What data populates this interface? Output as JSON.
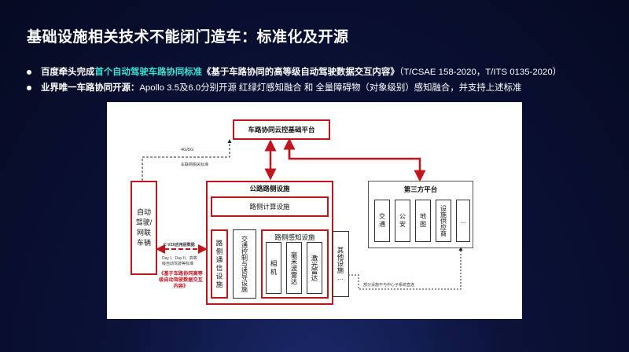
{
  "slide": {
    "title": "基础设施相关技术不能闭门造车：标准化及开源",
    "bullet1": {
      "lead": "百度牵头完成",
      "highlight": "首个自动驾驶车路协同标准",
      "bold_title": "《基于车路协同的高等级自动驾驶数据交互内容》",
      "tail": "（T/CSAE 158-2020，T/ITS 0135-2020）"
    },
    "bullet2": {
      "lead": "业界唯一车路协同开源：",
      "text": "Apollo 3.5及6.0分别开源 红绿灯感知融合 和 全量障碍物（对象级别）感知融合，并支持上述标准"
    }
  },
  "diagram": {
    "cloud_platform": "车路协同云控基础平台",
    "link_top": "4G/5G",
    "link_top_sub": "车联网相关标准",
    "vehicle": "自动驾驶/网联车辆",
    "roadside": "公路路侧设施",
    "roadside_compute": "路侧计算设施",
    "comm": "路侧通信设施",
    "traffic_control": "交通控制与诱导设施",
    "perception": "路侧感知设施",
    "camera": "相机",
    "mmwave": "毫米波雷达",
    "lidar": "激光雷达",
    "other": "其他设施…",
    "third_party": "第三方平台",
    "tp_items": [
      "交通",
      "公安",
      "地图",
      "设施供应商",
      "…"
    ],
    "v2x_label": "C-V2X应用层数据",
    "v2x_sub1": "Day I、Day II、高等",
    "v2x_sub2": "级自动驾驶等标准",
    "standard_ref": "《基于车路协同高等级自动驾驶数据交互内容》",
    "partial_label": "部分设施不与中心子系统直连"
  },
  "colors": {
    "accent": "#3fe0d0",
    "diagram_red": "#c0151d"
  }
}
